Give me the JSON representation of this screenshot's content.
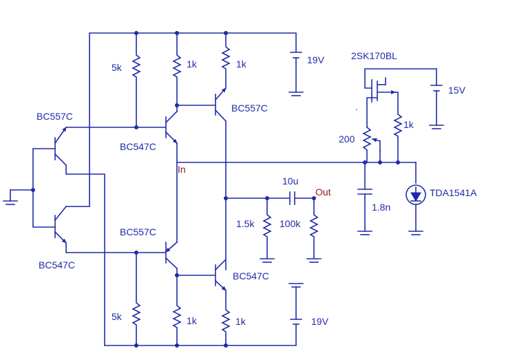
{
  "colors": {
    "wire": "#1f2aa8",
    "label": "#1f2aa8",
    "node_label": "#8b1a1a",
    "background": "#ffffff"
  },
  "labels": {
    "q_in_top": "BC557C",
    "q_in_bottom": "BC547C",
    "q_mid_top": "BC547C",
    "q_mid_bottom": "BC557C",
    "q_out_top": "BC557C",
    "q_out_bottom": "BC547C",
    "r_top_5k": "5k",
    "r_top_1k_a": "1k",
    "r_top_1k_b": "1k",
    "r_bot_5k": "5k",
    "r_bot_1k_a": "1k",
    "r_bot_1k_b": "1k",
    "supply_top": "19V",
    "supply_bottom": "19V",
    "node_in": "In",
    "node_out": "Out",
    "c_out": "10u",
    "r_load_a": "1.5k",
    "r_load_b": "100k",
    "jfet": "2SK170BL",
    "supply_jfet": "15V",
    "r_source": "1k",
    "r_trim": "200",
    "c_filter": "1.8n",
    "diode": "TDA1541A"
  }
}
